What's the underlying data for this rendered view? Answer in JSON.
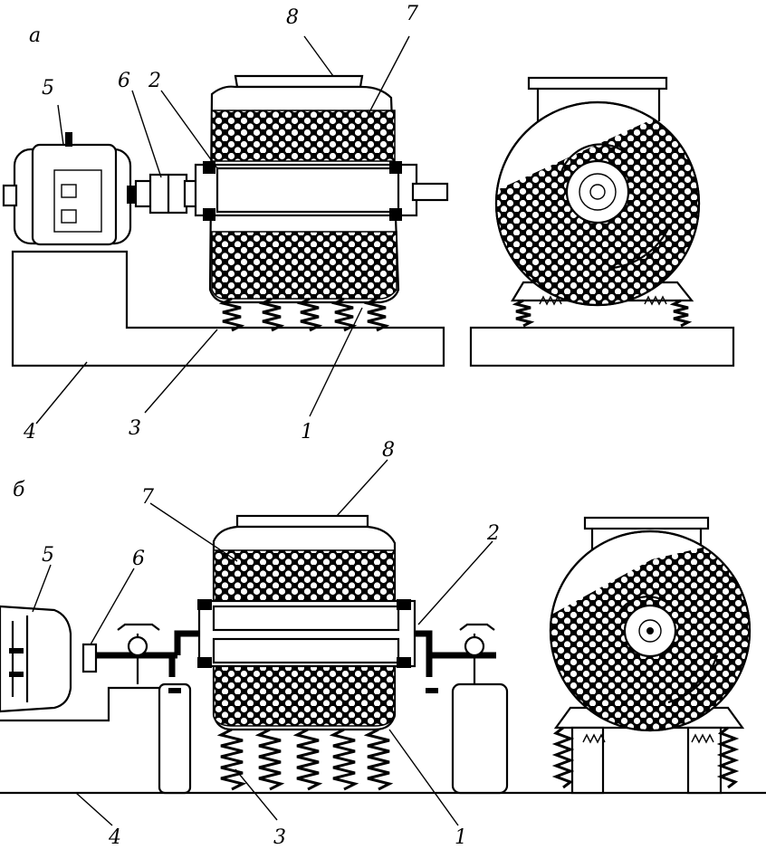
{
  "panels": [
    {
      "id": "a",
      "letter": "а",
      "callouts": [
        "8",
        "7",
        "6",
        "2",
        "5",
        "4",
        "3",
        "1"
      ]
    },
    {
      "id": "b",
      "letter": "б",
      "callouts": [
        "8",
        "7",
        "2",
        "5",
        "6",
        "4",
        "3",
        "1"
      ]
    }
  ]
}
